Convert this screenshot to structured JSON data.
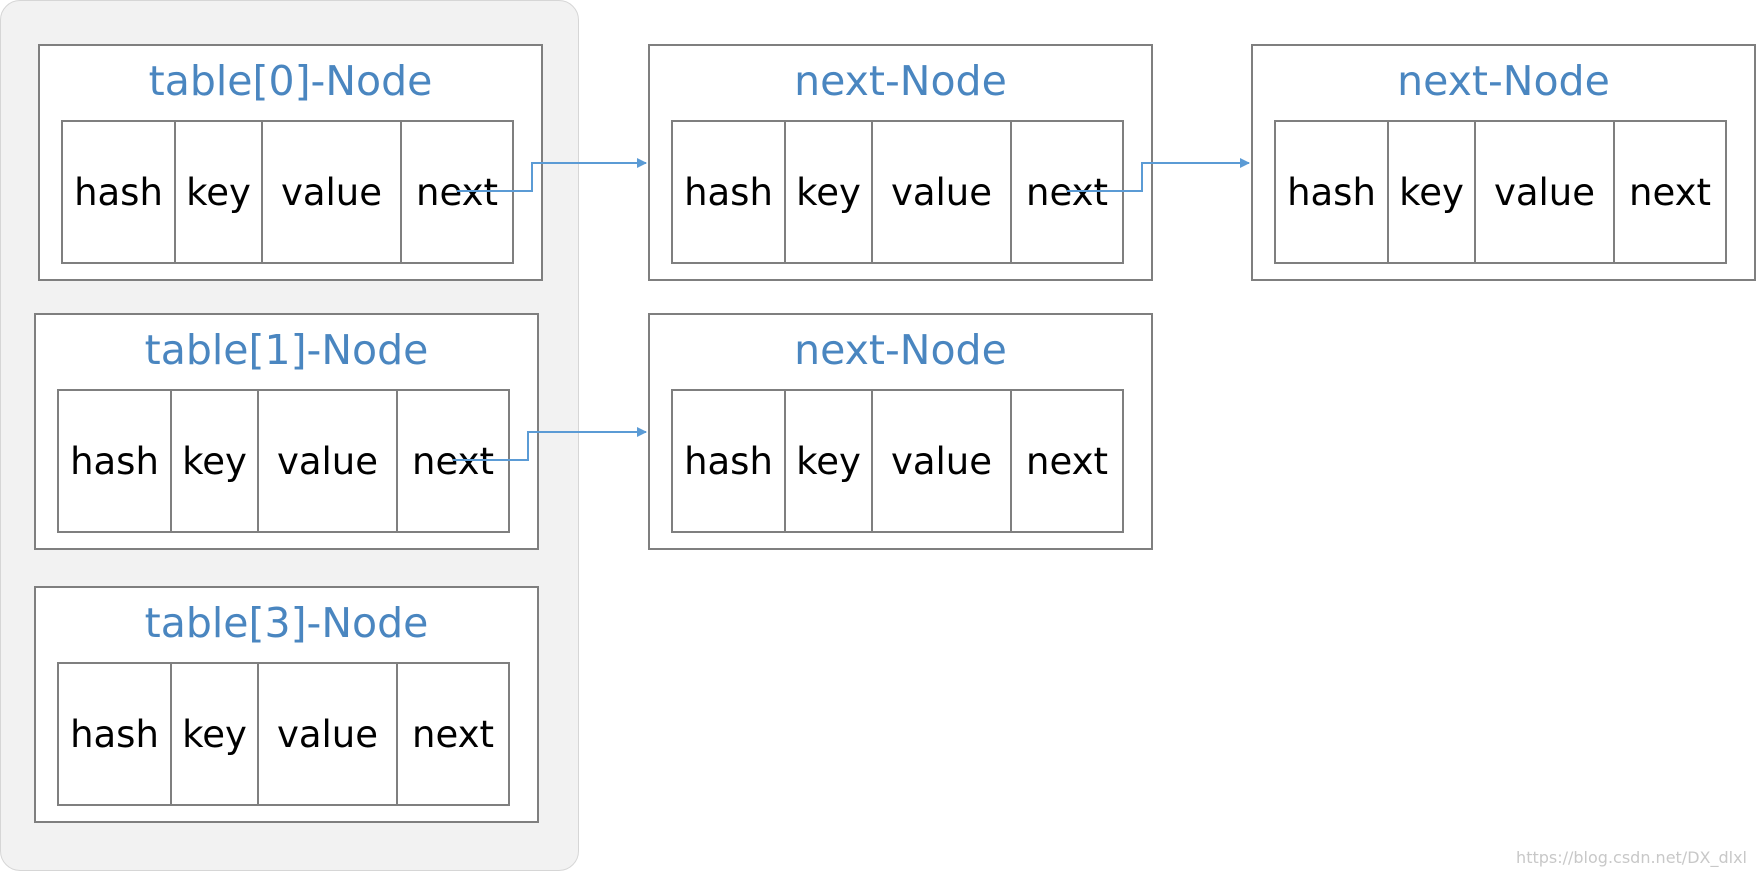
{
  "colors": {
    "title": "#4a86c0",
    "border": "#7f7f7f",
    "arrow": "#5b9bd5",
    "panel": "#f2f2f2"
  },
  "fields": [
    "hash",
    "key",
    "value",
    "next"
  ],
  "nodes": {
    "table0": {
      "title": "table[0]-Node"
    },
    "table1": {
      "title": "table[1]-Node"
    },
    "table3": {
      "title": "table[3]-Node"
    },
    "chain0a": {
      "title": "next-Node"
    },
    "chain0b": {
      "title": "next-Node"
    },
    "chain1a": {
      "title": "next-Node"
    }
  },
  "links": [
    {
      "from": "table0",
      "to": "chain0a"
    },
    {
      "from": "chain0a",
      "to": "chain0b"
    },
    {
      "from": "table1",
      "to": "chain1a"
    }
  ],
  "watermark": "https://blog.csdn.net/DX_dlxl"
}
